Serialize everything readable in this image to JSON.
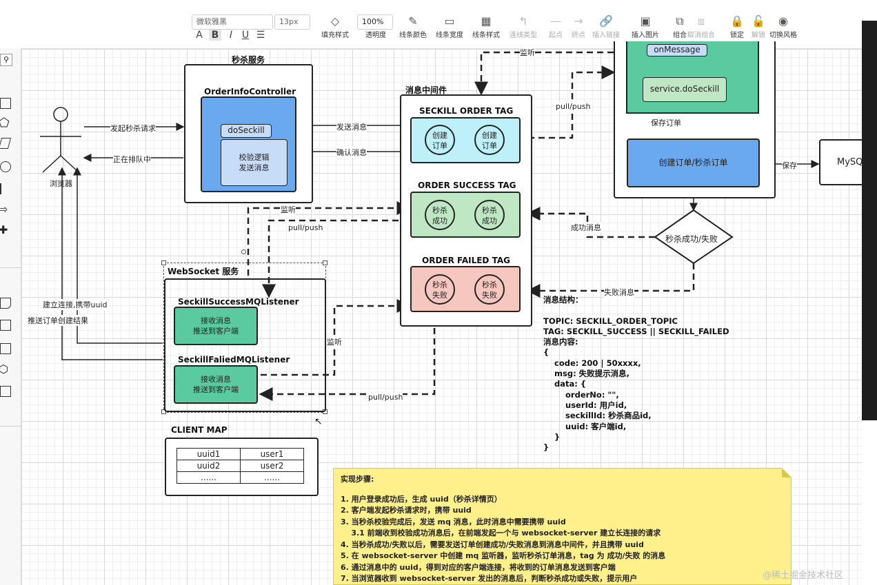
{
  "toolbar": {
    "font_name": "微软雅黑",
    "font_size": "13px",
    "opacity": "100%",
    "buttons": [
      {
        "label": "填充样式",
        "icon": "fill-icon",
        "enabled": true
      },
      {
        "label": "透明度",
        "icon": "opacity-icon",
        "enabled": true
      },
      {
        "label": "线条颜色",
        "icon": "line-color-icon",
        "enabled": true
      },
      {
        "label": "线条宽度",
        "icon": "line-width-icon",
        "enabled": true
      },
      {
        "label": "线条样式",
        "icon": "line-style-icon",
        "enabled": true
      },
      {
        "label": "连线类型",
        "icon": "connector-icon",
        "enabled": false
      },
      {
        "label": "起点",
        "icon": "start-point-icon",
        "enabled": false
      },
      {
        "label": "终点",
        "icon": "end-point-icon",
        "enabled": false
      },
      {
        "label": "插入链接",
        "icon": "link-icon",
        "enabled": false
      },
      {
        "label": "插入图片",
        "icon": "image-icon",
        "enabled": true
      },
      {
        "label": "组合",
        "icon": "group-icon",
        "enabled": true
      },
      {
        "label": "取消组合",
        "icon": "ungroup-icon",
        "enabled": false
      },
      {
        "label": "锁定",
        "icon": "lock-icon",
        "enabled": true
      },
      {
        "label": "解锁",
        "icon": "unlock-icon",
        "enabled": false
      },
      {
        "label": "切换风格",
        "icon": "style-icon",
        "enabled": true
      }
    ]
  },
  "diagram": {
    "browser": "浏览器",
    "arrow_send_request": "发起秒杀请求",
    "arrow_queueing": "正在排队中",
    "arrow_connect": "建立连接,携带uuid",
    "arrow_push_result": "推送订单创建结果",
    "seckill_service": "秒杀服务",
    "order_controller": "OrderInfoController",
    "do_seckill": "doSeckill",
    "validate_logic": "校验逻辑\n发送消息",
    "mq_title": "消息中间件",
    "send_msg": "发送消息",
    "confirm_msg": "确认消息",
    "tag_order": "SECKILL ORDER TAG",
    "tag_order_c1": "创建\n订单",
    "tag_order_c2": "创建\n订单",
    "tag_success": "ORDER SUCCESS TAG",
    "tag_success_c1": "秒杀\n成功",
    "tag_success_c2": "秒杀\n成功",
    "tag_failed": "ORDER FAILED TAG",
    "tag_failed_c1": "秒杀\n失败",
    "tag_failed_c2": "秒杀\n失败",
    "listen_top": "监听",
    "pull_push_top": "pull/push",
    "on_message": "onMessage",
    "service_do_seckill": "service.doSeckill",
    "save_order": "保存订单",
    "create_order": "创建订单/秒杀订单",
    "save": "保存",
    "mysql": "MySQ",
    "decision": "秒杀成功/失败",
    "success_msg": "成功消息",
    "fail_msg": "失败消息",
    "listen_mid": "监听",
    "pull_push_mid": "pull/push",
    "ws_service": "WebSocket 服务",
    "success_listener": "SeckillSuccessMQListener",
    "recv1": "接收消息\n推送到客户端",
    "failed_listener": "SeckillFaliedMQListener",
    "recv2": "接收消息\n推送到客户端",
    "listen_ws": "监听",
    "pull_push_ws": "pull/push",
    "client_map": "CLIENT MAP",
    "client_rows": [
      [
        "uuid1",
        "user1"
      ],
      [
        "uuid2",
        "user2"
      ],
      [
        "......",
        "......"
      ]
    ],
    "msg_structure": "消息结构：\n\nTOPIC: SECKILL_ORDER_TOPIC\nTAG: SECKILL_SUCCESS || SECKILL_FAILED\n消息内容:\n{\n    code: 200 | 50xxxx,\n    msg: 失败提示消息,\n    data: {\n        orderNo: \"\",\n        userId: 用户id,\n        seckillId: 秒杀商品id,\n        uuid: 客户端id,\n    }\n}"
  },
  "note": {
    "title": "实现步骤:",
    "steps": [
      "1. 用户登录成功后，生成 uuid（秒杀详情页）",
      "2. 客户端发起秒杀请求时，携带 uuid",
      "3. 当秒杀校验完成后，发送 mq 消息，此时消息中需要携带 uuid",
      "    3.1 前端收到校验成功消息后，在前端发起一个与 websocket-server 建立长连接的请求",
      "4. 当秒杀成功/失败以后，需要发送订单创建成功/失败消息到消息中间件，并且携带 uuid",
      "5. 在 websocket-server 中创建 mq 监听器，监听秒杀订单消息，tag 为 成功/失败 的消息",
      "6. 通过消息中的 uuid，得到对应的客户端连接，将收到的订单消息发送到客户端",
      "7. 当浏览器收到 websocket-server 发出的消息后，判断秒杀成功或失败，提示用户"
    ]
  },
  "watermark": "@稀土掘金技术社区",
  "colors": {
    "controller_blue": "#6aa8f0",
    "inner_blue": "#c7dcf7",
    "cyan": "#bdf0f9",
    "green_tag": "#bfe7c4",
    "red_tag": "#f6c7bf",
    "listener_green": "#5ccaa0",
    "note_yellow": "#fff08c"
  }
}
